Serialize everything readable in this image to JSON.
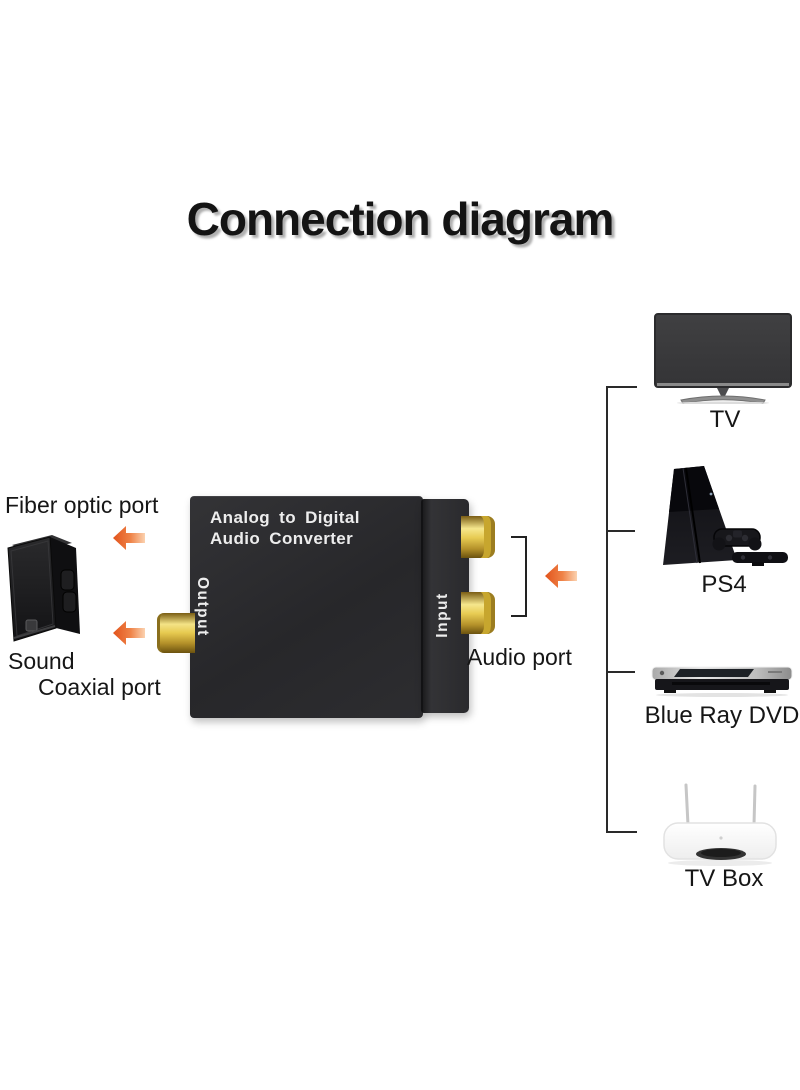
{
  "title": "Connection diagram",
  "converter": {
    "label_line1": "Analog to Digital",
    "label_line2": "Audio Converter",
    "output_label": "Output",
    "input_label": "Input"
  },
  "annotations": {
    "fiber_optic_port": "Fiber optic port",
    "sound": "Sound",
    "coaxial_port": "Coaxial port",
    "audio_port": "Audio port"
  },
  "devices": [
    {
      "name": "tv",
      "label": "TV"
    },
    {
      "name": "ps4",
      "label": "PS4"
    },
    {
      "name": "bluray",
      "label": "Blue Ray DVD"
    },
    {
      "name": "tvbox",
      "label": "TV Box"
    }
  ],
  "colors": {
    "background": "#ffffff",
    "text": "#161616",
    "arrow_orange_dark": "#e2531b",
    "arrow_orange_light": "#fbd2b0",
    "converter_body": "#2b2b2d",
    "gold_connector": "#e7cb52",
    "bracket_line": "#2a2a2a"
  }
}
